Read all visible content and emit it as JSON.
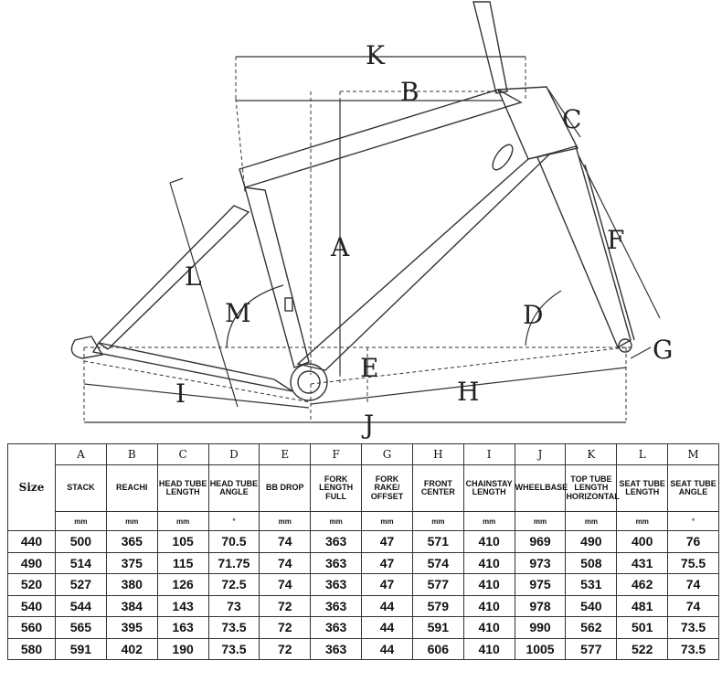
{
  "diagram": {
    "labels": [
      "K",
      "B",
      "C",
      "F",
      "A",
      "L",
      "M",
      "D",
      "G",
      "E",
      "H",
      "I",
      "J"
    ]
  },
  "table": {
    "size_header": "Size",
    "letters": [
      "A",
      "B",
      "C",
      "D",
      "E",
      "F",
      "G",
      "H",
      "I",
      "J",
      "K",
      "L",
      "M"
    ],
    "names": [
      "STACK",
      "REACHI",
      "HEAD TUBE LENGTH",
      "HEAD TUBE ANGLE",
      "BB DROP",
      "FORK LENGTH FULL",
      "FORK RAKE/ OFFSET",
      "FRONT CENTER",
      "CHAINSTAY LENGTH",
      "WHEELBASE",
      "TOP TUBE LENGTH HORIZONTAL",
      "SEAT TUBE LENGTH",
      "SEAT TUBE ANGLE"
    ],
    "units": [
      "mm",
      "mm",
      "mm",
      "°",
      "mm",
      "mm",
      "mm",
      "mm",
      "mm",
      "mm",
      "mm",
      "mm",
      "°"
    ],
    "rows": [
      {
        "size": "440",
        "values": [
          "500",
          "365",
          "105",
          "70.5",
          "74",
          "363",
          "47",
          "571",
          "410",
          "969",
          "490",
          "400",
          "76"
        ]
      },
      {
        "size": "490",
        "values": [
          "514",
          "375",
          "115",
          "71.75",
          "74",
          "363",
          "47",
          "574",
          "410",
          "973",
          "508",
          "431",
          "75.5"
        ]
      },
      {
        "size": "520",
        "values": [
          "527",
          "380",
          "126",
          "72.5",
          "74",
          "363",
          "47",
          "577",
          "410",
          "975",
          "531",
          "462",
          "74"
        ]
      },
      {
        "size": "540",
        "values": [
          "544",
          "384",
          "143",
          "73",
          "72",
          "363",
          "44",
          "579",
          "410",
          "978",
          "540",
          "481",
          "74"
        ]
      },
      {
        "size": "560",
        "values": [
          "565",
          "395",
          "163",
          "73.5",
          "72",
          "363",
          "44",
          "591",
          "410",
          "990",
          "562",
          "501",
          "73.5"
        ]
      },
      {
        "size": "580",
        "values": [
          "591",
          "402",
          "190",
          "73.5",
          "72",
          "363",
          "44",
          "606",
          "410",
          "1005",
          "577",
          "522",
          "73.5"
        ]
      }
    ]
  }
}
